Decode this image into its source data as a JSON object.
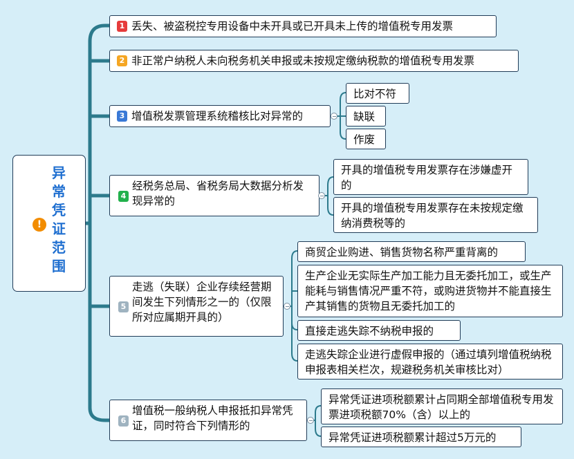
{
  "root": {
    "title": "异常凭证范围",
    "icon": "warning-icon",
    "icon_color": "#f28c00"
  },
  "branches": [
    {
      "num": "1",
      "color": "#e63b3b",
      "text": "丢失、被盗税控专用设备中未开具或已开具未上传的增值税专用发票"
    },
    {
      "num": "2",
      "color": "#f5a623",
      "text": "非正常户纳税人未向税务机关申报或未按规定缴纳税款的增值税专用发票"
    },
    {
      "num": "3",
      "color": "#3a79d6",
      "text": "增值税发票管理系统稽核比对异常的",
      "children": [
        "比对不符",
        "缺联",
        "作废"
      ]
    },
    {
      "num": "4",
      "color": "#22b14c",
      "text": "经税务总局、省税务局大数据分析发现异常的",
      "children": [
        "开具的增值税专用发票存在涉嫌虚开的",
        "开具的增值税专用发票存在未按规定缴纳消费税等的"
      ]
    },
    {
      "num": "5",
      "color": "#9fb3c0",
      "text": "走逃（失联）企业存续经营期间发生下列情形之一的（仅限所对应属期开具的）",
      "children": [
        "商贸企业购进、销售货物名称严重背离的",
        "生产企业无实际生产加工能力且无委托加工，或生产能耗与销售情况严重不符，或购进货物并不能直接生产其销售的货物且无委托加工的",
        "直接走逃失踪不纳税申报的",
        "走逃失踪企业进行虚假申报的（通过填列增值税纳税申报表相关栏次，规避税务机关审核比对）"
      ]
    },
    {
      "num": "6",
      "color": "#9fb3c0",
      "text": "增值税一般纳税人申报抵扣异常凭证，同时符合下列情形的",
      "children": [
        "异常凭证进项税额累计占同期全部增值税专用发票进项税额70%（含）以上的",
        "异常凭证进项税额累计超过5万元的"
      ]
    }
  ]
}
